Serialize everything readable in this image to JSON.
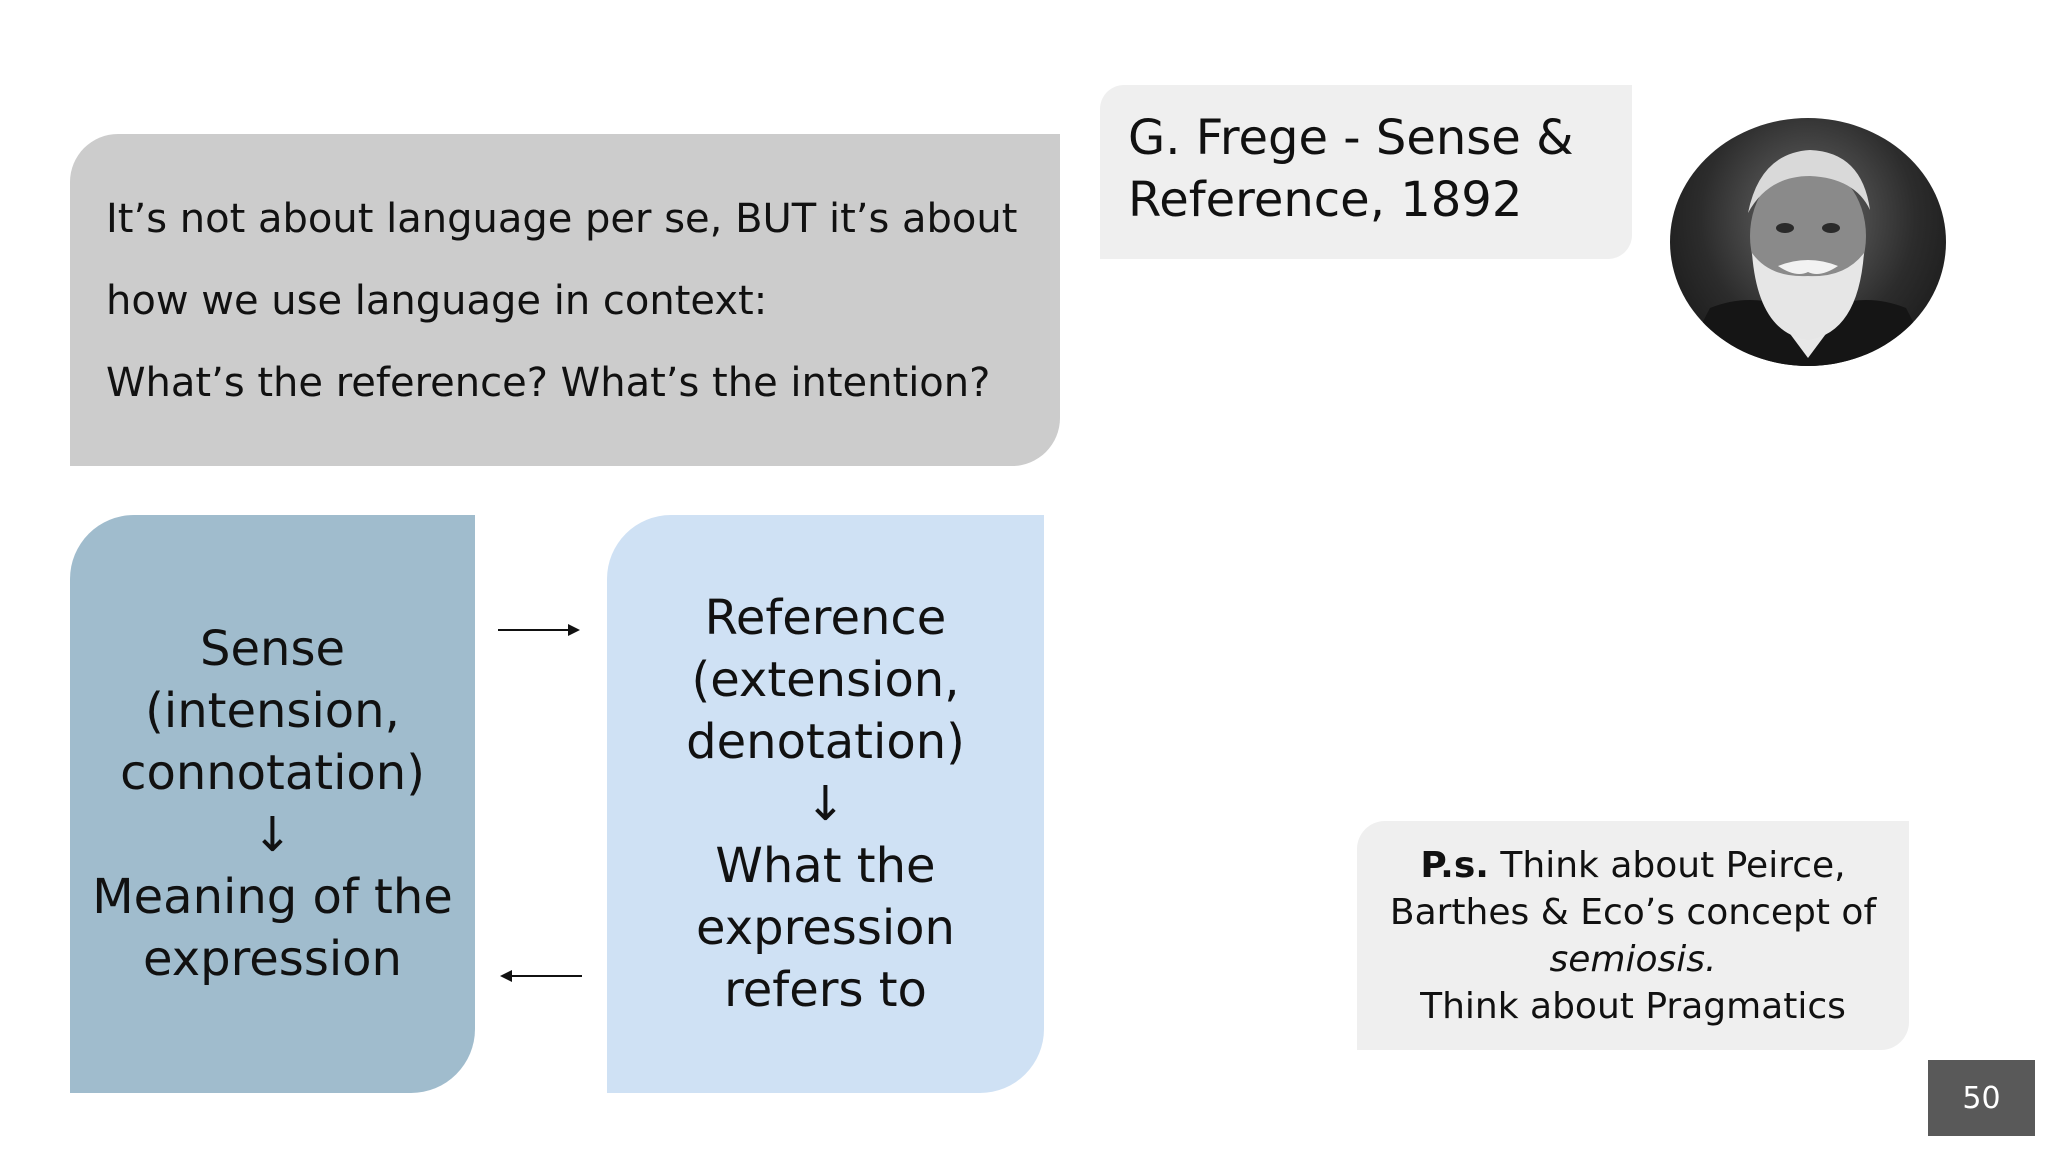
{
  "intro": {
    "lines": [
      "It’s not about language per se, BUT it’s about",
      "how we use language in context:",
      "What’s the reference? What’s the intention?"
    ]
  },
  "title": {
    "lines": [
      "G. Frege - Sense &",
      "Reference, 1892"
    ]
  },
  "sense": {
    "lines": [
      "Sense",
      "(intension,",
      "connotation)",
      "↓",
      "Meaning of the",
      "expression"
    ]
  },
  "reference": {
    "lines": [
      "Reference",
      "(extension,",
      "denotation)",
      "↓",
      "What the",
      "expression",
      "refers to"
    ]
  },
  "ps": {
    "bold": "P.s.",
    "line1_rest": " Think about Peirce,",
    "line2": "Barthes & Eco’s concept of",
    "line3": "semiosis.",
    "line4": "Think about Pragmatics"
  },
  "page_number": "50",
  "colors": {
    "intro_bg": "#cccccc",
    "title_bg": "#efefef",
    "sense_bg": "#a0bccd",
    "reference_bg": "#cfe1f4",
    "ps_bg": "#efefef",
    "page_number_bg": "#595959"
  }
}
